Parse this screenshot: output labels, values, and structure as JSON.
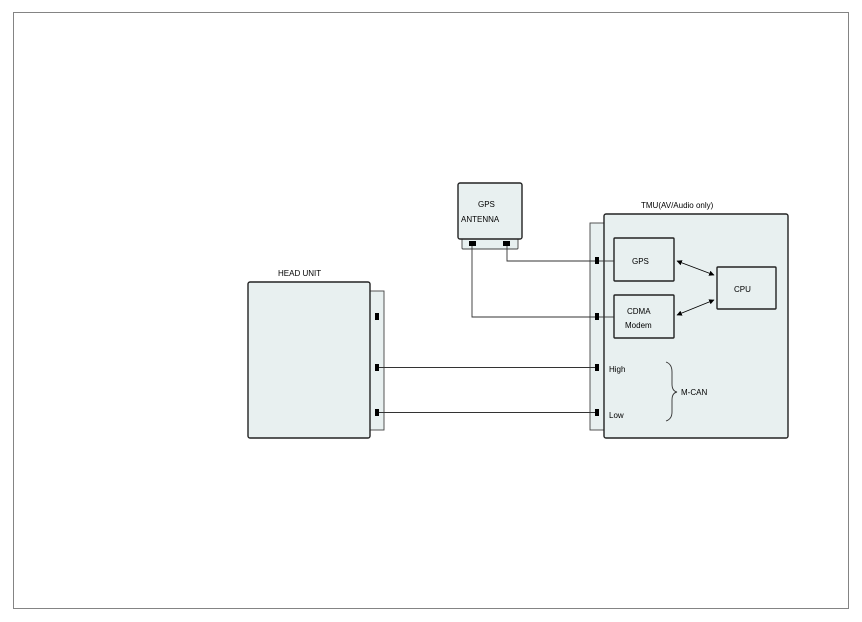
{
  "diagram": {
    "components": {
      "head_unit": {
        "label": "HEAD UNIT"
      },
      "gps_antenna": {
        "label_line1": "GPS",
        "label_line2": "ANTENNA"
      },
      "tmu": {
        "label": "TMU(AV/Audio only)"
      },
      "gps_module": {
        "label": "GPS"
      },
      "cdma_modem": {
        "label_line1": "CDMA",
        "label_line2": "Modem"
      },
      "cpu": {
        "label": "CPU"
      }
    },
    "signals": {
      "high": "High",
      "low": "Low",
      "bus": "M-CAN"
    },
    "colors": {
      "box_fill": "#e8f0f0",
      "outline": "#222222"
    }
  }
}
